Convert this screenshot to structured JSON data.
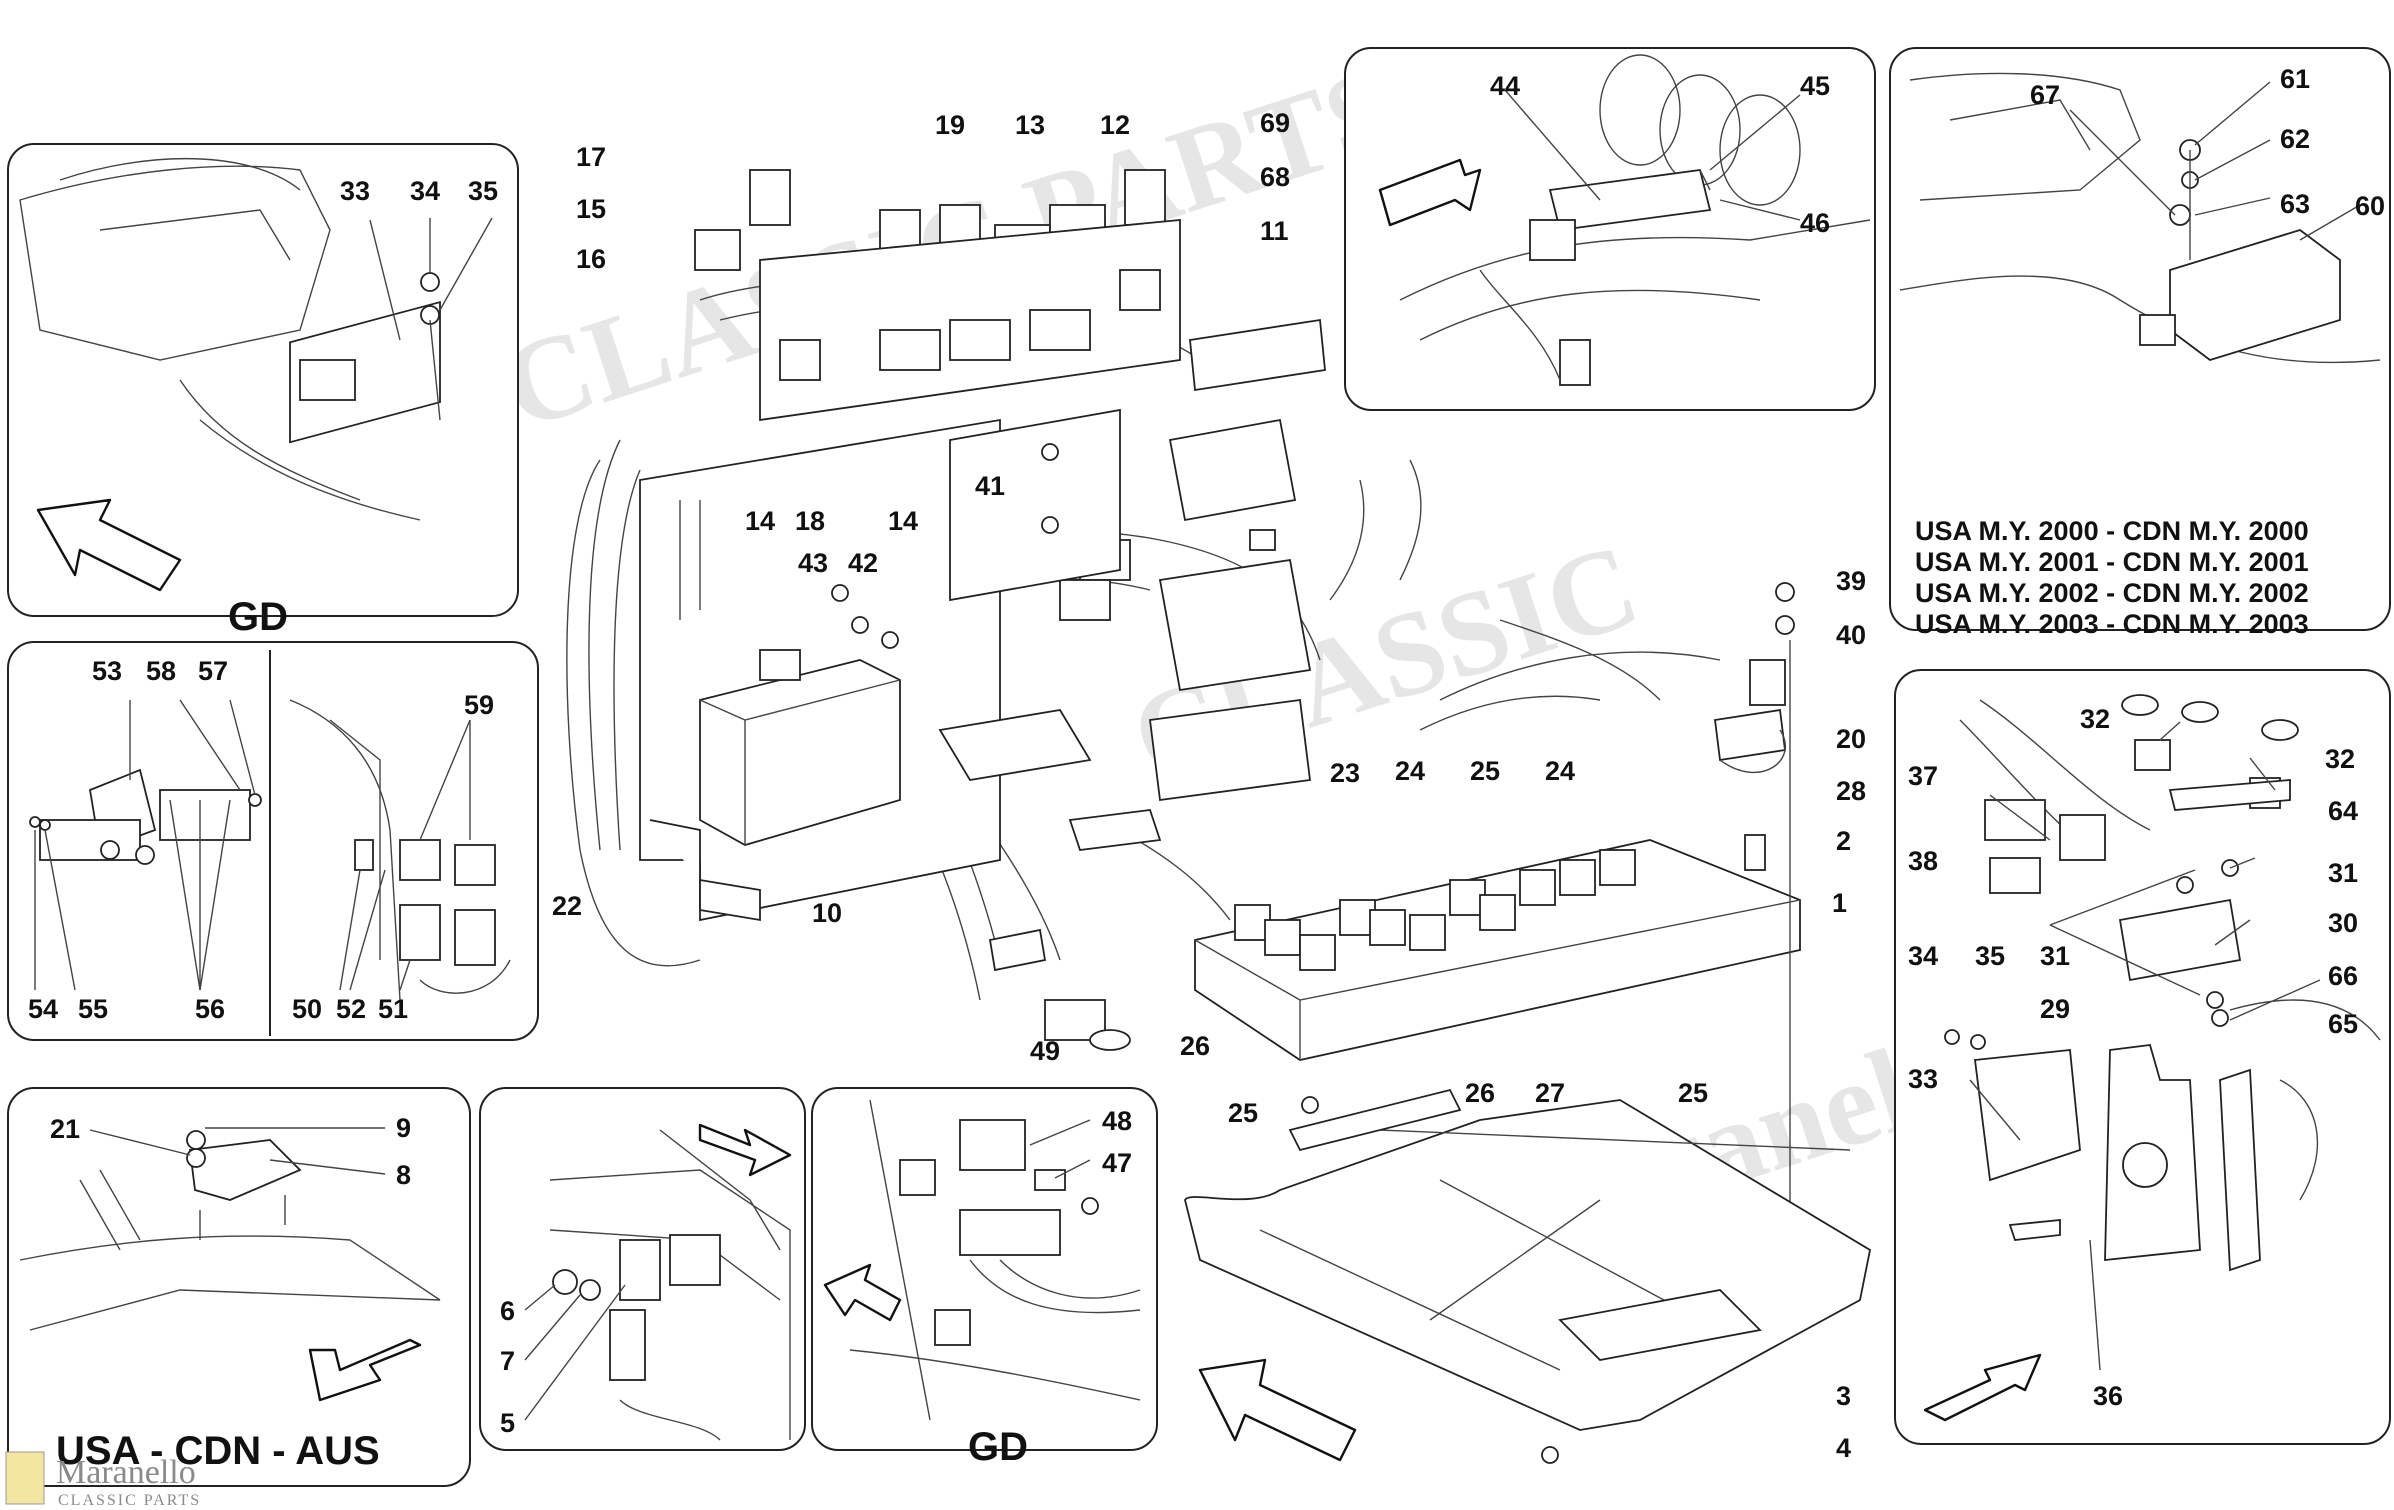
{
  "panel_labels": {
    "gd_top_left": "GD",
    "gd_bottom": "GD",
    "usa_cdn_aus": "USA - CDN - AUS"
  },
  "model_years": [
    "USA M.Y. 2000 - CDN M.Y. 2000",
    "USA M.Y. 2001 - CDN M.Y. 2001",
    "USA M.Y. 2002 - CDN M.Y. 2002",
    "USA M.Y. 2003 - CDN M.Y. 2003"
  ],
  "watermark": {
    "brand": "Maranello",
    "tagline": "CLASSIC PARTS"
  },
  "callouts": {
    "c1": "1",
    "c2": "2",
    "c3": "3",
    "c4": "4",
    "c5": "5",
    "c6": "6",
    "c7": "7",
    "c8": "8",
    "c9": "9",
    "c10": "10",
    "c11": "11",
    "c12": "12",
    "c13": "13",
    "c14a": "14",
    "c14b": "14",
    "c15": "15",
    "c16": "16",
    "c17": "17",
    "c18": "18",
    "c19": "19",
    "c20": "20",
    "c21": "21",
    "c22": "22",
    "c23": "23",
    "c24a": "24",
    "c24b": "24",
    "c25a": "25",
    "c25b": "25",
    "c25c": "25",
    "c26a": "26",
    "c26b": "26",
    "c27": "27",
    "c28": "28",
    "c29": "29",
    "c30": "30",
    "c31a": "31",
    "c31b": "31",
    "c32a": "32",
    "c32b": "32",
    "c33a": "33",
    "c33b": "33",
    "c34a": "34",
    "c34b": "34",
    "c35a": "35",
    "c35b": "35",
    "c36": "36",
    "c37": "37",
    "c38": "38",
    "c39": "39",
    "c40": "40",
    "c41": "41",
    "c42": "42",
    "c43": "43",
    "c44": "44",
    "c45": "45",
    "c46": "46",
    "c47": "47",
    "c48": "48",
    "c49": "49",
    "c50": "50",
    "c51": "51",
    "c52": "52",
    "c53": "53",
    "c54": "54",
    "c55": "55",
    "c56": "56",
    "c57": "57",
    "c58": "58",
    "c59": "59",
    "c60": "60",
    "c61": "61",
    "c62": "62",
    "c63": "63",
    "c64": "64",
    "c65": "65",
    "c66": "66",
    "c67": "67",
    "c68": "68",
    "c69": "69"
  }
}
